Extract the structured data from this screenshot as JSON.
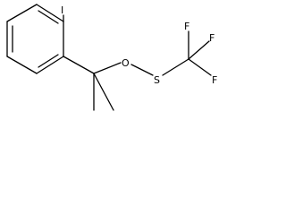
{
  "molecule": {
    "atoms": {
      "iodine": "I",
      "oxygen": "O",
      "sulfur": "S",
      "fluorine_top_left": "F",
      "fluorine_top_right": "F",
      "fluorine_right": "F"
    },
    "colors": {
      "bond": "#000000",
      "text": "#000000",
      "background": "#ffffff"
    }
  }
}
